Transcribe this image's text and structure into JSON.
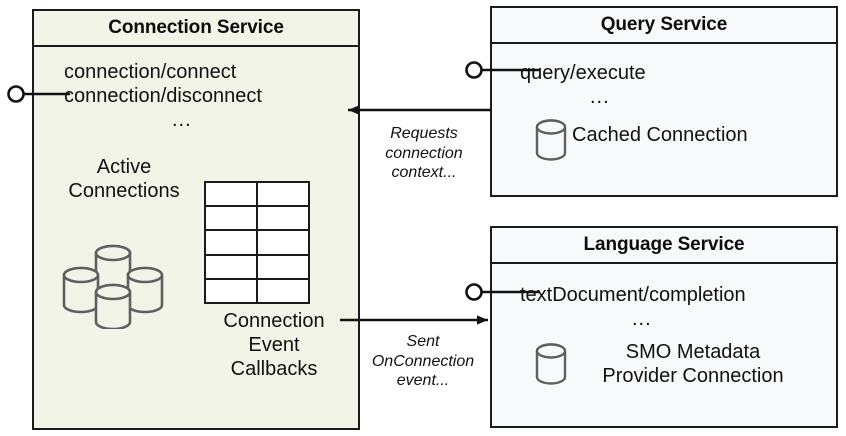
{
  "diagram": {
    "title": "Connection Service interaction diagram",
    "type": "uml-component-diagram",
    "colors": {
      "connection_service_fill": "#f2f4e7",
      "service_fill": "#f8f9fb",
      "stroke": "#1a1a1a",
      "icon_stroke": "#5f5f5f",
      "text": "#111111"
    }
  },
  "connection_service": {
    "title": "Connection Service",
    "operations": [
      "connection/connect",
      "connection/disconnect"
    ],
    "ellipsis": "...",
    "active_connections_label": "Active\nConnections",
    "active_connections_label_line1": "Active",
    "active_connections_label_line2": "Connections",
    "callbacks_label_line1": "Connection",
    "callbacks_label_line2": "Event",
    "callbacks_label_line3": "Callbacks",
    "table": {
      "rows": 5,
      "columns": 2
    },
    "icons": {
      "cylinder_cluster": "database-cluster-icon",
      "lollipop": "provided-interface-icon"
    }
  },
  "query_service": {
    "title": "Query Service",
    "operations": [
      "query/execute"
    ],
    "ellipsis": "...",
    "resource_label": "Cached Connection",
    "icons": {
      "cylinder": "database-icon",
      "lollipop": "provided-interface-icon"
    }
  },
  "language_service": {
    "title": "Language Service",
    "operations": [
      "textDocument/completion"
    ],
    "ellipsis": "...",
    "resource_label_line1": "SMO Metadata",
    "resource_label_line2": "Provider Connection",
    "icons": {
      "cylinder": "database-icon",
      "lollipop": "provided-interface-icon"
    }
  },
  "edges": [
    {
      "id": "query-to-connection",
      "from": "Query Service",
      "to": "Connection Service",
      "direction": "left",
      "label_line1": "Requests",
      "label_line2": "connection",
      "label_line3": "context..."
    },
    {
      "id": "connection-to-language",
      "from": "Connection Service",
      "to": "Language Service",
      "direction": "right",
      "label_line1": "Sent",
      "label_line2": "OnConnection",
      "label_line3": "event..."
    }
  ]
}
